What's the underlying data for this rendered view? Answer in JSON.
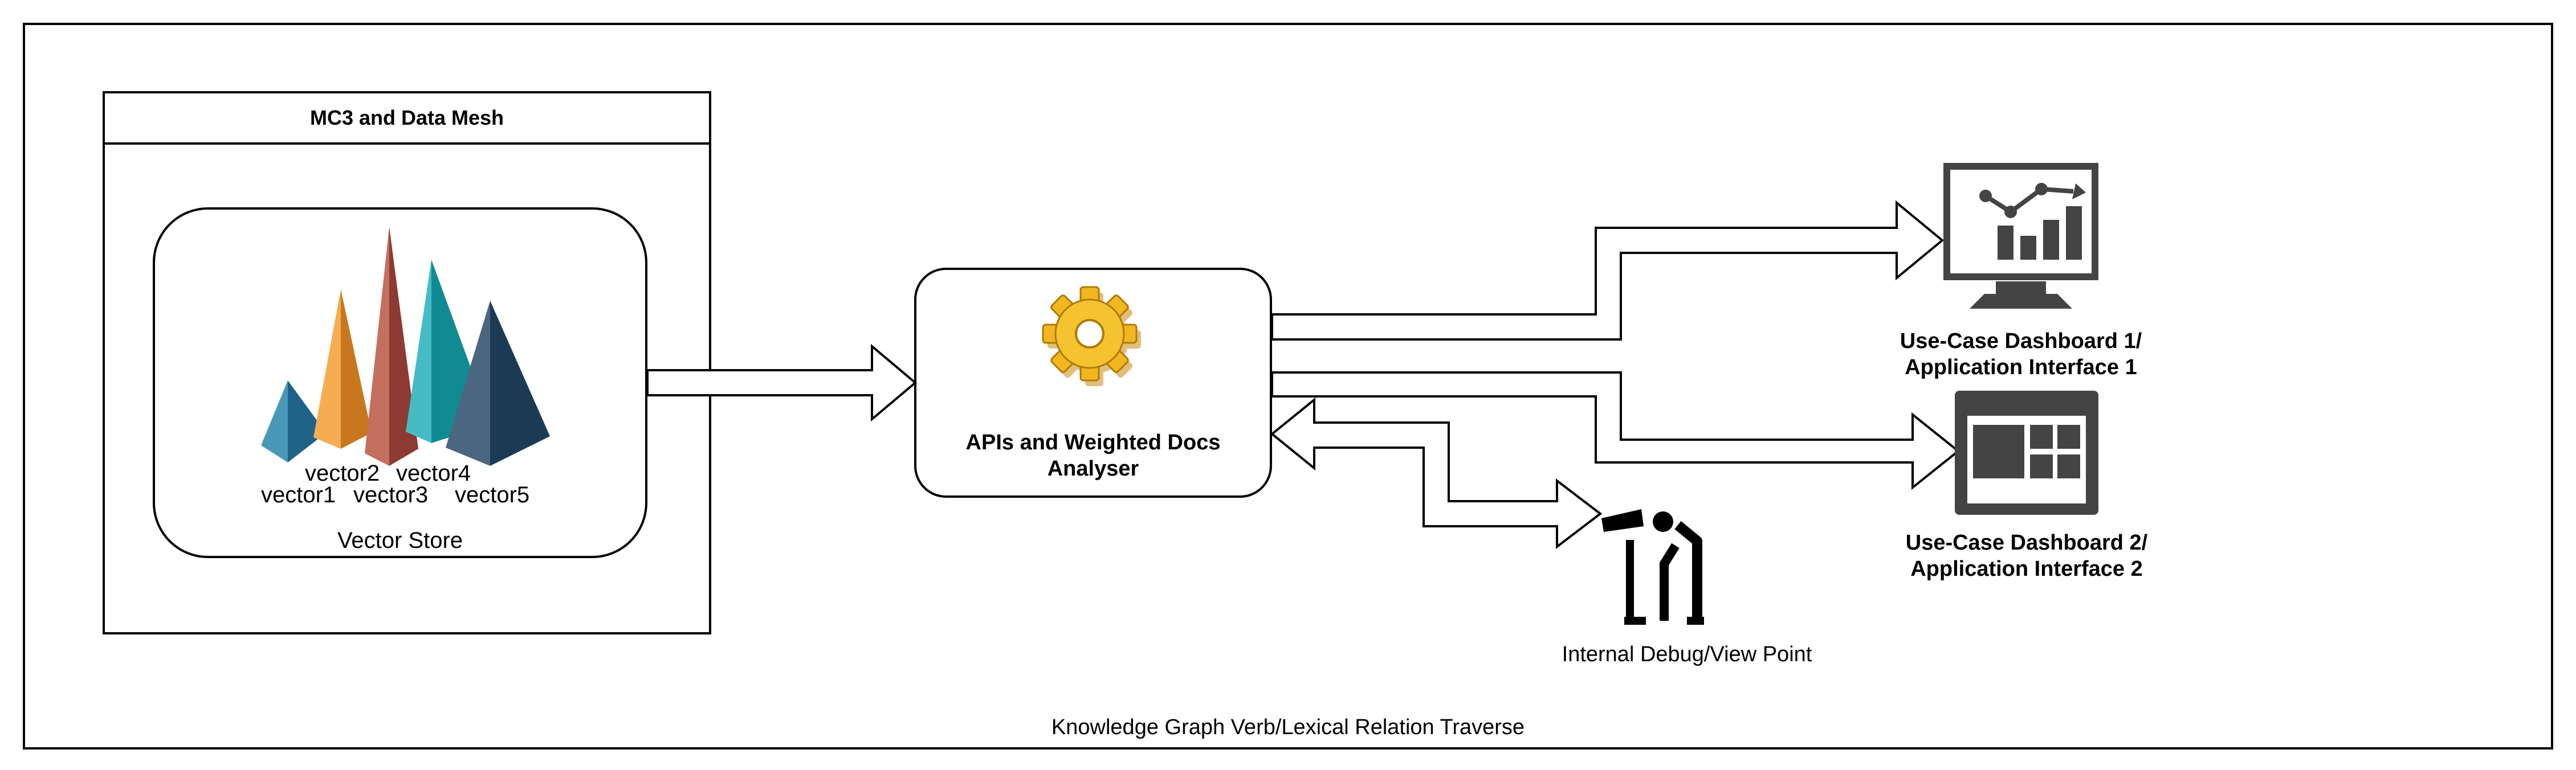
{
  "outer_title": "Knowledge Graph Verb/Lexical Relation Traverse",
  "mc3_panel": {
    "title": "MC3 and Data Mesh"
  },
  "vector_store": {
    "label": "Vector Store",
    "vectors": [
      "vector1",
      "vector2",
      "vector3",
      "vector4",
      "vector5"
    ]
  },
  "api_box": {
    "title": "APIs and Weighted Docs Analyser",
    "icon": "gear-icon"
  },
  "dashboard1": {
    "line1": "Use-Case Dashboard 1/",
    "line2": "Application Interface 1",
    "icon": "monitor-chart-icon"
  },
  "dashboard2": {
    "line1": "Use-Case Dashboard 2/",
    "line2": "Application Interface 2",
    "icon": "dashboard-window-icon"
  },
  "debug": {
    "label": "Internal Debug/View Point",
    "icon": "person-telescope-icon"
  },
  "colors": {
    "line": "#000000",
    "gear": "#f2b720",
    "icon_gray": "#444444",
    "pyramid_blue": "#3a86a8",
    "pyramid_orange": "#f0a44a",
    "pyramid_red": "#b86052",
    "pyramid_teal": "#3ab3bb",
    "pyramid_navy": "#3f5a73"
  }
}
